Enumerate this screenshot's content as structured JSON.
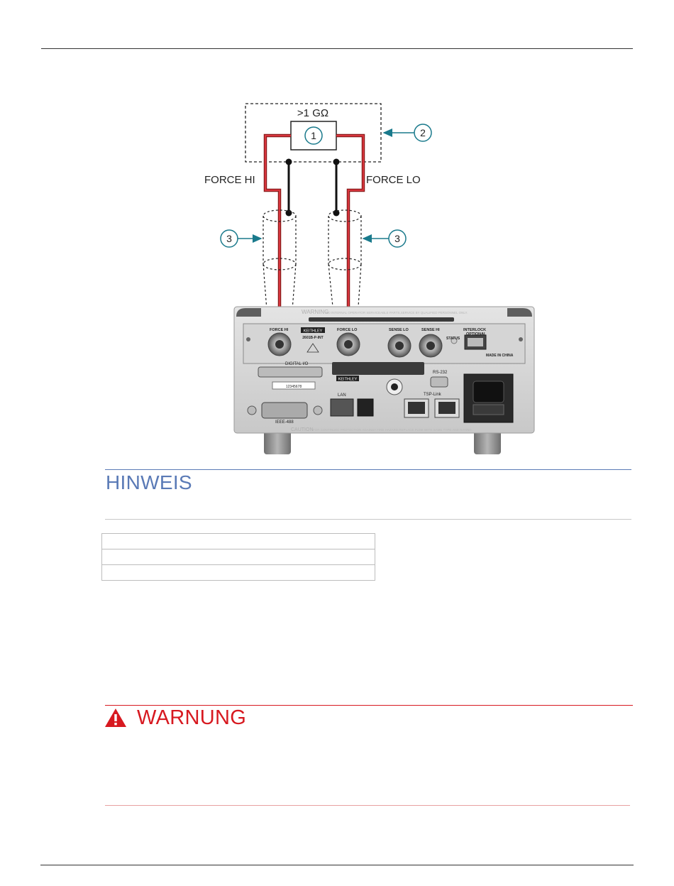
{
  "figure": {
    "resistor_value_label": ">1 GΩ",
    "force_hi_label": "FORCE HI",
    "force_lo_label": "FORCE LO",
    "callouts": [
      "1",
      "2",
      "3",
      "3"
    ],
    "panel": {
      "warning_text": "WARNING",
      "warning_small": "NO INTERNAL OPERATOR SERVICEABLE PARTS,SERVICE BY QUALIFIED PERSONNEL ONLY.",
      "force_hi": "FORCE HI",
      "force_lo": "FORCE LO",
      "sense_lo": "SENSE LO",
      "sense_hi": "SENSE HI",
      "brand": "KEITHLEY",
      "model": "2601B-P-INT",
      "status": "STATUS",
      "interlock": "INTERLOCK",
      "optional": "OPTIONAL",
      "made_in_china": "MADE IN CHINA",
      "digital_io": "DIGITAL I/O",
      "rs232": "RS-232",
      "lan": "LAN",
      "tsp_link": "TSP-Link",
      "ieee": "IEEE-488",
      "serial": "12345678",
      "caution_text": "CAUTION",
      "caution_small": "FOR CONTINUED PROTECTION AGAINST FIRE HAZARD,REPLACE FUSE WITH SAME TYPE AND RATING."
    }
  },
  "notice": {
    "title": "HINWEIS",
    "accent_color": "#5a7ab6"
  },
  "warning": {
    "title": "WARNUNG",
    "accent_color": "#d71920"
  }
}
